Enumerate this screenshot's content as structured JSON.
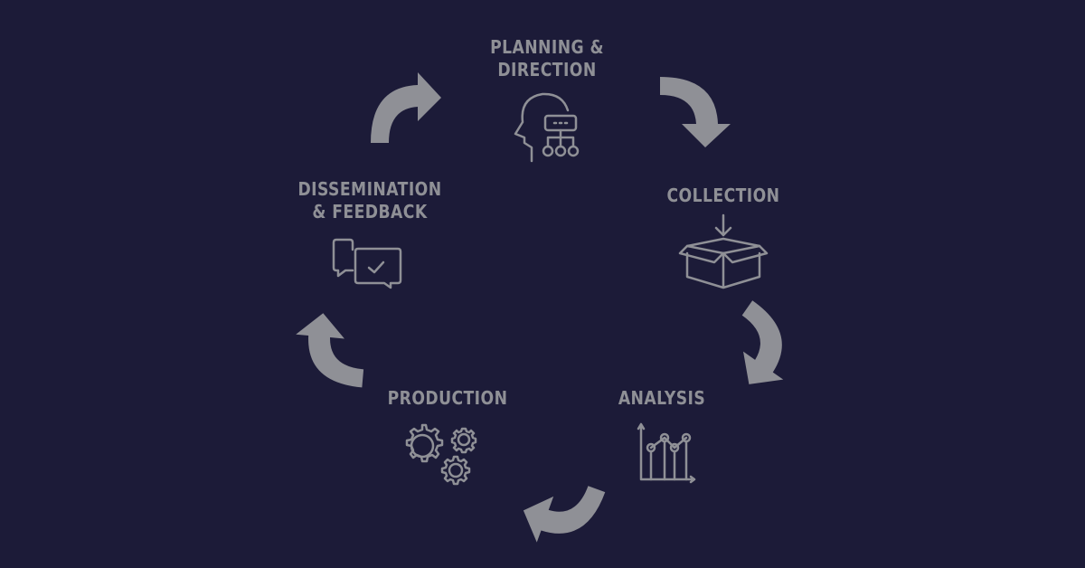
{
  "stages": [
    {
      "id": "planning",
      "lines": [
        "PLANNING &",
        "DIRECTION"
      ],
      "icon": "head-flowchart-icon"
    },
    {
      "id": "collection",
      "lines": [
        "COLLECTION"
      ],
      "icon": "box-arrow-in-icon"
    },
    {
      "id": "analysis",
      "lines": [
        "ANALYSIS"
      ],
      "icon": "line-chart-icon"
    },
    {
      "id": "production",
      "lines": [
        "PRODUCTION"
      ],
      "icon": "gears-icon"
    },
    {
      "id": "dissemination",
      "lines": [
        "DISSEMINATION",
        "& FEEDBACK"
      ],
      "icon": "chat-bubbles-check-icon"
    }
  ],
  "colors": {
    "background": "#1c1b38",
    "foreground": "#8f9096"
  }
}
